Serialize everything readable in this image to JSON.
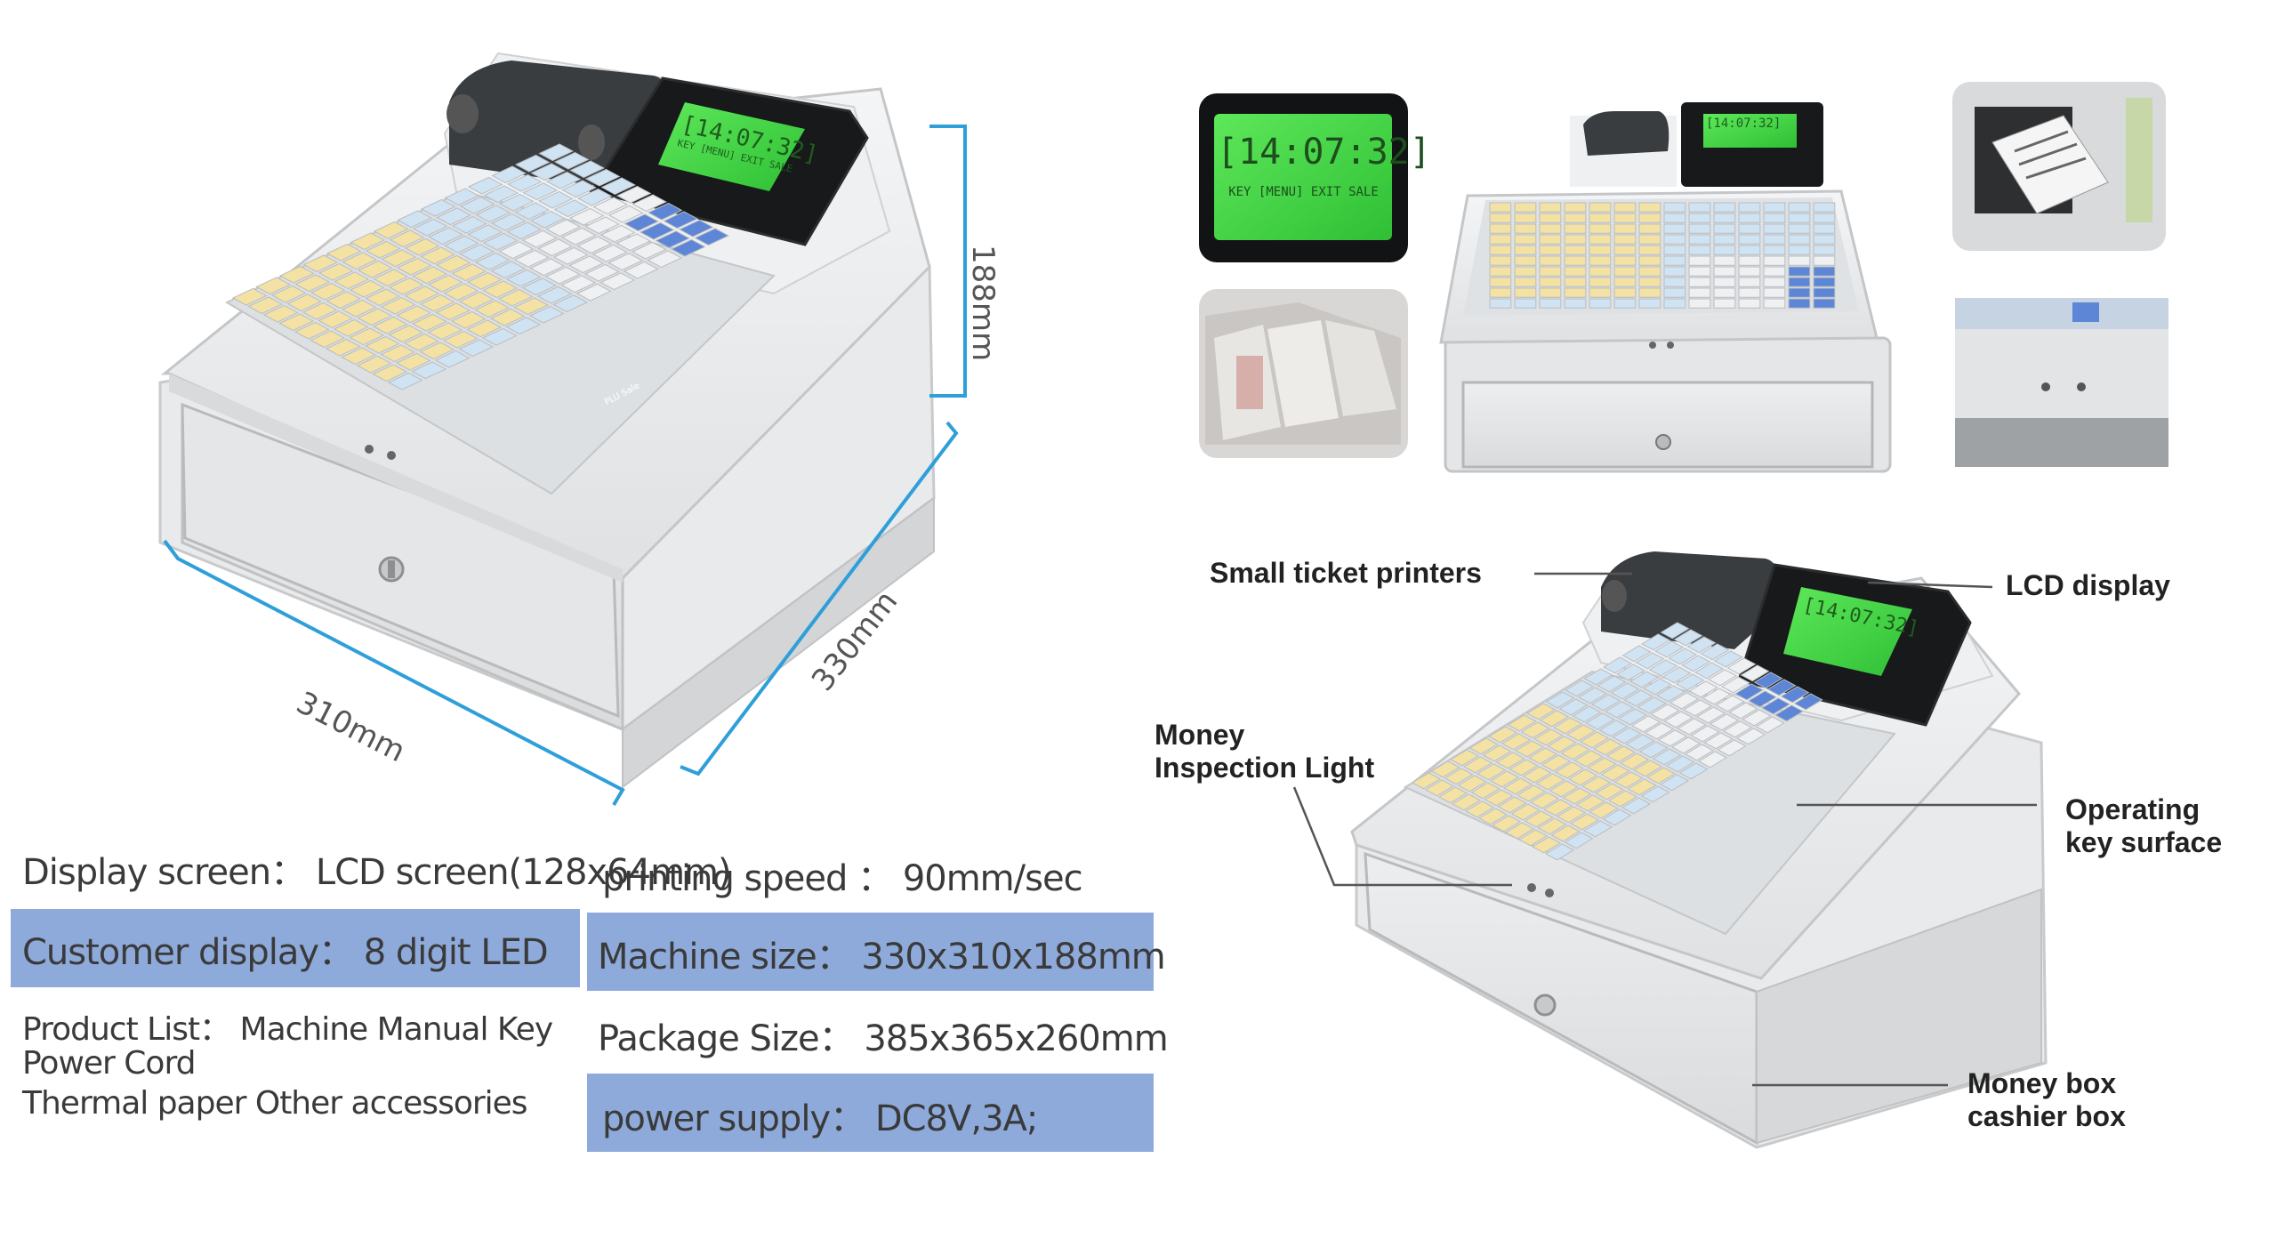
{
  "dimensions": {
    "height": "188mm",
    "depth": "330mm",
    "width": "310mm"
  },
  "display": {
    "time": "[14:07:32]",
    "menu": "KEY [MENU] EXIT SALE"
  },
  "keys": {
    "plu": "PLU Sale"
  },
  "specs": {
    "display_screen": "Display screen： LCD screen(128x64mm)",
    "customer_display": "Customer display： 8 digit LED",
    "product_list_1": "Product List： Machine Manual Key",
    "product_list_2": "Power Cord",
    "product_list_3": "Thermal paper Other accessories",
    "printing_speed": "printing speed ： 90mm/sec",
    "machine_size": "Machine size： 330x310x188mm",
    "package_size": "Package Size： 385x365x260mm",
    "power_supply": "power supply： DC8V,3A;"
  },
  "callouts": {
    "printer": "Small ticket printers",
    "lcd": "LCD display",
    "light_1": "Money",
    "light_2": "Inspection Light",
    "keys_1": "Operating",
    "keys_2": "key surface",
    "box_1": "Money box",
    "box_2": "cashier box"
  },
  "colors": {
    "band": "#8eaadb",
    "dimension_line": "#2e9fd9",
    "lcd_green": "#3fd23f",
    "key_yellow": "#f3e2a3",
    "key_blue": "#cfe3f3",
    "key_dark_blue": "#5d86d6"
  }
}
